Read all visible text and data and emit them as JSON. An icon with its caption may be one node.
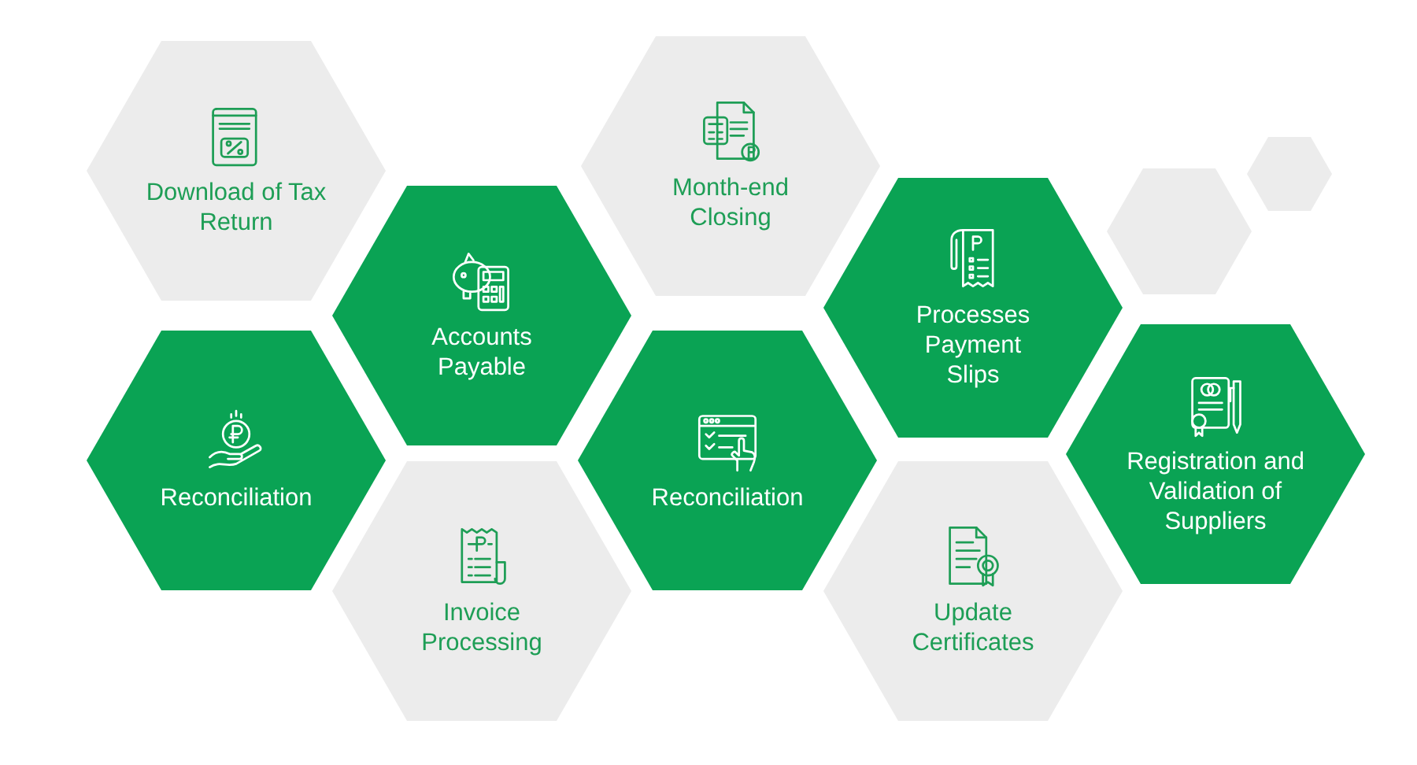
{
  "diagram": {
    "nodes": [
      {
        "text": [
          "Download of Tax Return"
        ]
      },
      {
        "text": [
          "Month-end Closing"
        ]
      },
      {
        "text": [
          "Accounts Payable"
        ]
      },
      {
        "text": [
          "Processes Payment Slips"
        ]
      },
      {
        "text": [],
        "shape": "hexagon"
      },
      {
        "text": [],
        "shape": "hexagon"
      },
      {
        "text": [
          "Reconciliation"
        ]
      },
      {
        "text": [
          "Reconciliation"
        ]
      },
      {
        "text": [
          "Registration and Validation of Suppliers"
        ]
      },
      {
        "text": [
          "Invoice Processing"
        ]
      },
      {
        "text": [
          "Update Certificates"
        ]
      }
    ]
  }
}
